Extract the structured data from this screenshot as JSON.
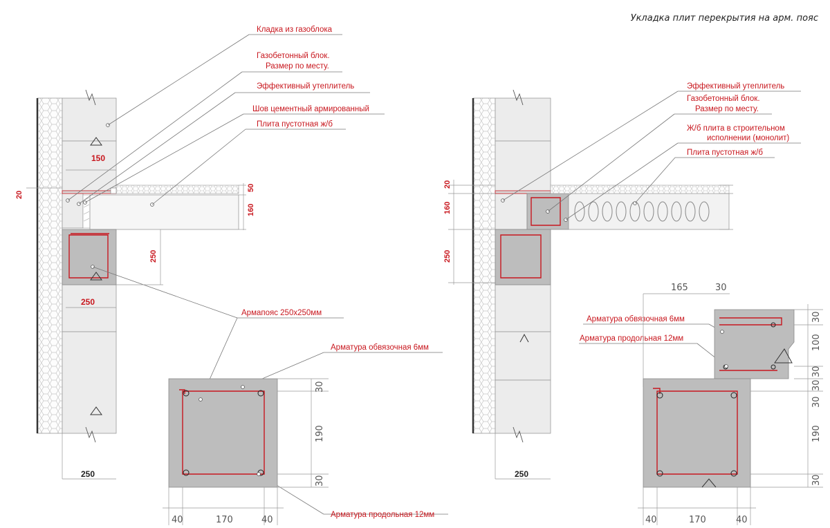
{
  "title": "Укладка плит перекрытия на арм. пояс",
  "left_labels": {
    "masonry": "Кладка из газоблока",
    "aerated_block_1": "Газобетонный блок.",
    "aerated_block_2": "Размер по месту.",
    "insulation": "Эффективный утеплитель",
    "joint": "Шов цементный армированный",
    "hollow_slab": "Плита пустотная ж/б",
    "belt": "Армапояс 250х250мм",
    "tie_rebar": "Арматура обвязочная 6мм",
    "long_rebar": "Арматура продольная 12мм"
  },
  "left_dims": {
    "d150": "150",
    "d20": "20",
    "d50": "50",
    "d160": "160",
    "d250v": "250",
    "d250a": "250",
    "d250b": "250",
    "s30a": "30",
    "s190": "190",
    "s30b": "30",
    "s40a": "40",
    "s170": "170",
    "s40b": "40"
  },
  "right_labels": {
    "insulation": "Эффективный утеплитель",
    "aerated_block_1": "Газобетонный блок.",
    "aerated_block_2": "Размер по месту.",
    "monolith_1": "Ж/б плита в строительном",
    "monolith_2": "исполнении (монолит)",
    "hollow_slab": "Плита пустотная ж/б",
    "tie_rebar": "Арматура обвязочная 6мм",
    "long_rebar": "Арматура продольная 12мм"
  },
  "right_dims": {
    "d20": "20",
    "d160": "160",
    "d250v": "250",
    "d250b": "250",
    "d165": "165",
    "d30top": "30",
    "m30a": "30",
    "m100": "100",
    "m30b": "30",
    "m30c": "30",
    "s30a": "30",
    "s190": "190",
    "s30b": "30",
    "s40a": "40",
    "s170": "170",
    "s40b": "40"
  }
}
